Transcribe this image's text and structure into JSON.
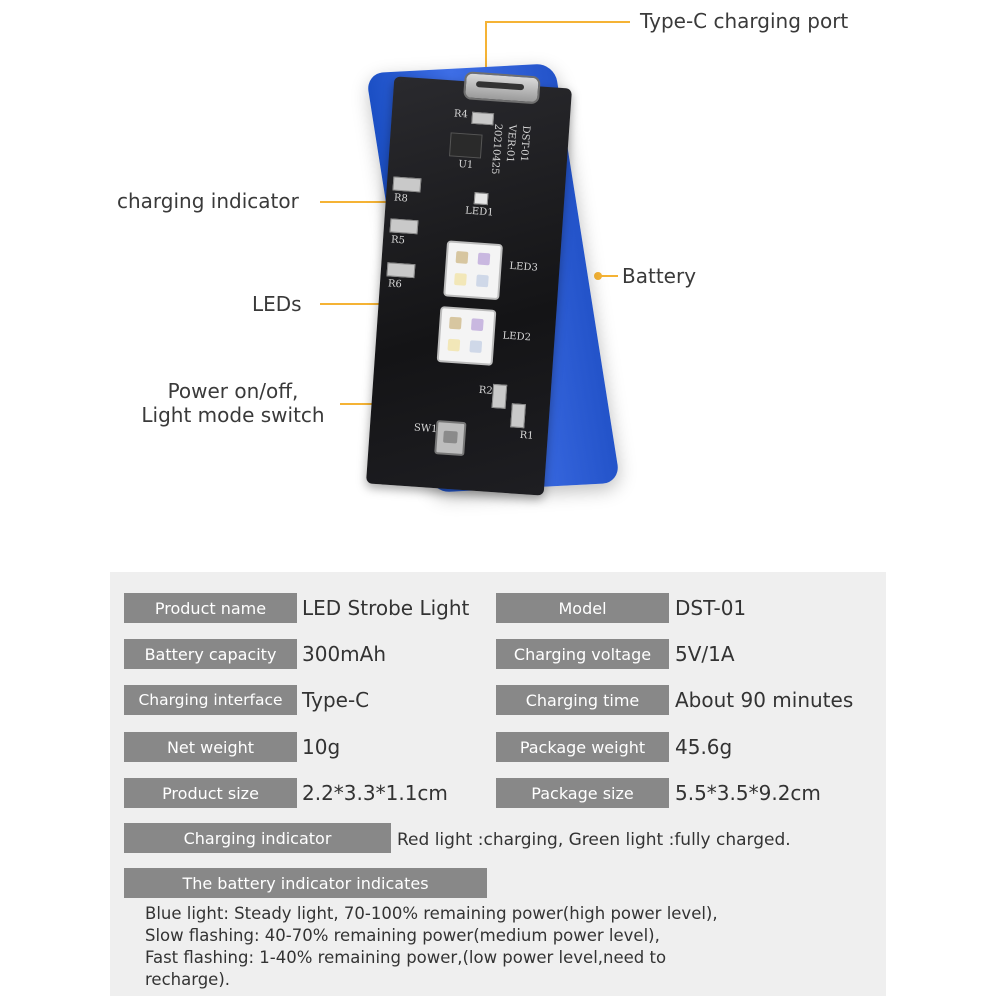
{
  "callouts": {
    "type_c_port": "Type-C charging port",
    "charging_indicator": "charging indicator",
    "battery": "Battery",
    "leds": "LEDs",
    "power_line1": "Power on/off,",
    "power_line2": "Light mode switch"
  },
  "board_silk": {
    "r4": "R4",
    "u1": "U1",
    "led1": "LED1",
    "r8": "R8",
    "r5": "R5",
    "r6": "R6",
    "led3": "LED3",
    "led2": "LED2",
    "sw1": "SW1",
    "r1": "R1",
    "r2": "R2",
    "model_mark": "DST-01",
    "ver_mark": "VER:01",
    "date_mark": "20210425"
  },
  "specs": {
    "product_name": {
      "label": "Product name",
      "value": "LED Strobe Light"
    },
    "model": {
      "label": "Model",
      "value": "DST-01"
    },
    "battery_capacity": {
      "label": "Battery capacity",
      "value": "300mAh"
    },
    "charging_voltage": {
      "label": "Charging voltage",
      "value": "5V/1A"
    },
    "charging_interface": {
      "label": "Charging interface",
      "value": "Type-C"
    },
    "charging_time": {
      "label": "Charging time",
      "value": "About 90 minutes"
    },
    "net_weight": {
      "label": "Net weight",
      "value": "10g"
    },
    "package_weight": {
      "label": "Package weight",
      "value": "45.6g"
    },
    "product_size": {
      "label": "Product size",
      "value": "2.2*3.3*1.1cm"
    },
    "package_size": {
      "label": "Package size",
      "value": "5.5*3.5*9.2cm"
    },
    "charging_indicator": {
      "label": "Charging indicator",
      "value": "Red light :charging, Green light :fully charged."
    },
    "battery_indicator": {
      "label": "The battery indicator indicates",
      "lines": [
        "Blue light: Steady light, 70-100% remaining power(high power level),",
        "Slow flashing: 40-70% remaining power(medium power level),",
        "Fast flashing: 1-40% remaining power,(low power level,need to",
        "recharge)."
      ]
    }
  },
  "colors": {
    "callout_line": "#f5b335",
    "label_bg": "#888888",
    "panel_bg": "#efefef",
    "battery_blue": "#2b5fd6"
  }
}
